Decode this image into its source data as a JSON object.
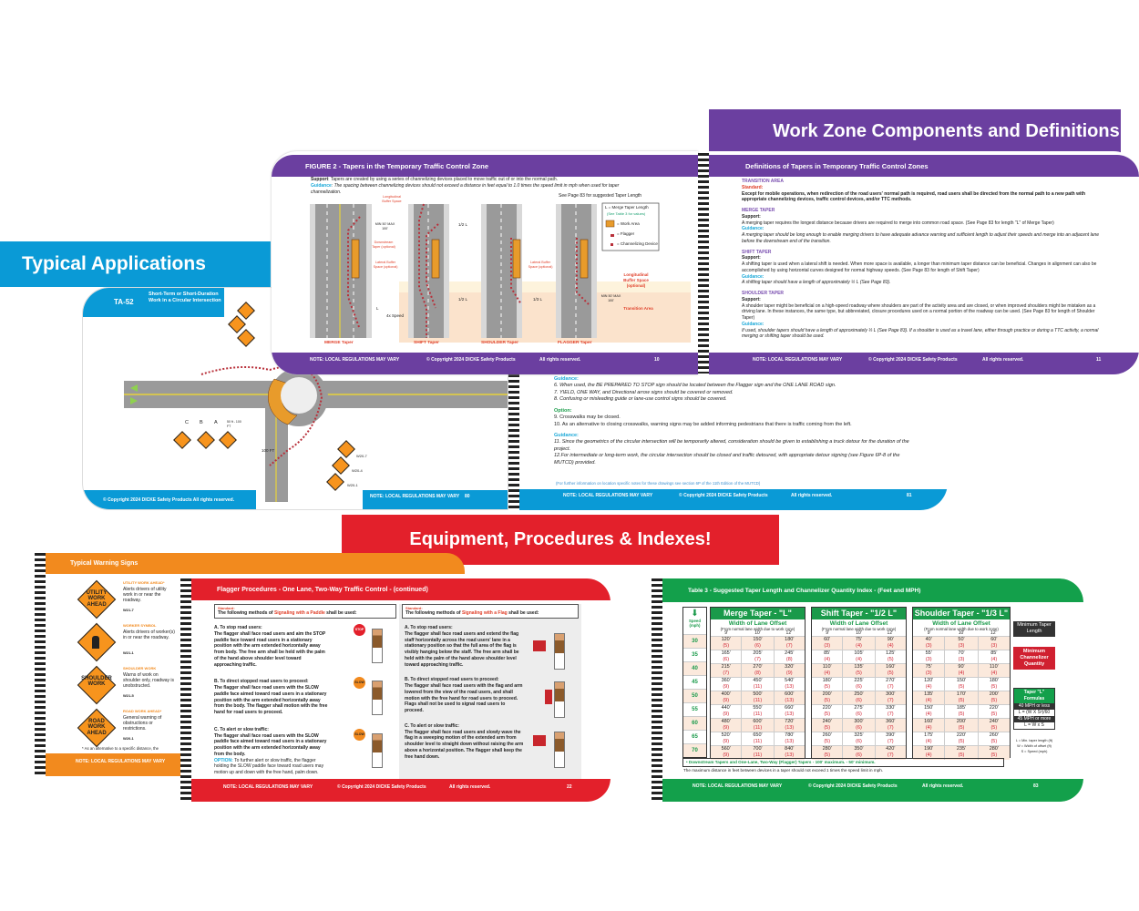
{
  "banners": {
    "work_zone": "Work Zone Components and Definitions",
    "typical_applications": "Typical Applications",
    "equipment": "Equipment, Procedures & Indexes!"
  },
  "colors": {
    "purple": "#6b3fa0",
    "blue": "#0a9ad6",
    "red": "#e3202b",
    "orange": "#f28a1e",
    "green": "#13a04b"
  },
  "footer": {
    "note": "NOTE: LOCAL REGULATIONS MAY VARY",
    "copyright": "© Copyright 2024  DICKE Safety Products",
    "rights": "All rights reserved.",
    "copyright_full": "© Copyright 2024  DICKE Safety Products  All rights reserved."
  },
  "figure2": {
    "title": "FIGURE 2 - Tapers in the Temporary Traffic Control Zone",
    "support_label": "Support",
    "support": ": Tapers are created by using a series of channelizing devices placed to move traffic out of or into the normal path.",
    "guidance_label": "Guidance",
    "guidance": ": The spacing between channelizing devices should not exceed a distance in feet equal to 1.0 times the speed limit in mph when used for taper channelization.",
    "see_page": "See Page 83 for suggested Taper Length",
    "legend": {
      "l": "L = Merge Taper Length",
      "see_table": "(See Table 3 for values)",
      "work_area": "= Work Area",
      "flagger": "= Flagger",
      "device": "= Channelizing Device"
    },
    "labels": {
      "long_buffer": "Longitudinal Buffer Space",
      "min_max": "MIN 50' MAX 100'",
      "downstream": "Downstream Taper (optional)",
      "lateral": "Lateral Buffer Space (optional)",
      "half_l": "1/2 L",
      "third_l": "1/3 L",
      "l": "L",
      "speed": "4x Speed",
      "long_buffer_opt": "Longitudinal Buffer Space (optional)",
      "transition": "Transition Area"
    },
    "tapers": [
      "MERGE Taper",
      "SHIFT Taper",
      "SHOULDER Taper",
      "FLAGGER Taper"
    ],
    "page": "10"
  },
  "definitions": {
    "title": "Definitions of Tapers in Temporary Traffic Control Zones",
    "sections": [
      {
        "heading": "TRANSITION AREA",
        "label1": "Standard:",
        "text1": "Except for mobile operations, when redirection of the road users' normal path is required, road users shall be directed from the normal path to a new path with appropriate channelizing devices, traffic control devices, and/or TTC methods."
      },
      {
        "heading": "MERGE TAPER",
        "label1": "Support:",
        "text1": "A merging taper requires the longest distance because drivers are required to merge into common road space. (See Page 83 for length \"L\" of Merge Taper)",
        "label2": "Guidance:",
        "text2": "A merging taper should be long enough to enable merging drivers to have adequate advance warning and sufficient length to adjust their speeds and merge into an adjacent lane before the downstream end of the transition."
      },
      {
        "heading": "SHIFT TAPER",
        "label1": "Support:",
        "text1": "A shifting taper is used when a lateral shift is needed. When more space is available, a longer than minimum taper distance can be beneficial. Changes in alignment can also be accomplished by using horizontal curves designed for normal highway speeds. (See Page 83 for length of Shift Taper)",
        "label2": "Guidance:",
        "text2": "A shifting taper should have a length of approximately ½ L (See Page 83)."
      },
      {
        "heading": "SHOULDER TAPER",
        "label1": "Support:",
        "text1": "A shoulder taper might be beneficial on a high-speed roadway where shoulders are part of the activity area and are closed, or when improved shoulders might be mistaken as a driving lane. In these instances, the same type, but abbreviated, closure procedures used on a normal portion of the roadway can be used. (See Page 83 for length of Shoulder Taper)",
        "label2": "Guidance:",
        "text2": "If used, shoulder tapers should have a length of approximately ⅓ L (See Page 83). If a shoulder is used as a travel lane, either through practice or during a TTC activity, a normal merging or shifting taper should be used."
      }
    ],
    "page": "11"
  },
  "ta52": {
    "code": "TA-52",
    "title": "Short-Term or Short-Duration Work in a Circular Intersection",
    "distance": "100 FT",
    "short_dist": "50 ft - 100 FT",
    "spacing": [
      "C",
      "B",
      "A"
    ],
    "sign_codes": [
      "W20-7",
      "W20-4",
      "W20-1"
    ],
    "page_left": "80",
    "notes": [
      {
        "label": "Guidance:",
        "items": [
          "6. When used, the BE PREPARED TO STOP sign should be located between the Flagger sign and the ONE LANE ROAD sign.",
          "7. YIELD, ONE WAY, and Directional arrow signs should be covered or removed.",
          "8. Confusing or misleading guide or lane-use control signs should be covered."
        ]
      },
      {
        "label": "Option:",
        "items": [
          "9. Crosswalks may be closed.",
          "10. As an alternative to closing crosswalks, warning signs may be added informing pedestrians that there is traffic coming from the left."
        ]
      },
      {
        "label": "Guidance:",
        "items": [
          "11. Since the geometrics of the circular intersection will be temporarily altered, consideration should be given to establishing a truck detour for the duration of the project.",
          "12.For intermediate or long-term work, the circular intersection should be closed and traffic detoured, with appropriate detour signing (see Figure 6P-8 of the MUTCD) provided."
        ]
      }
    ],
    "further": "(For further information on location specific notes for these drawings see section 6P of the 11th Edition of the MUTCD)",
    "page_right": "81"
  },
  "warning_signs": {
    "title": "Typical Warning Signs",
    "signs": [
      {
        "face": "UTILITY WORK AHEAD",
        "name": "UTILITY WORK AHEAD*",
        "desc": "Alerts drivers of utility work in or near the roadway.",
        "code": "W21-7"
      },
      {
        "face": "",
        "name": "WORKER SYMBOL",
        "desc": "Alerts drivers of worker(s) in or near the roadway.",
        "code": "W21-1"
      },
      {
        "face": "SHOULDER WORK",
        "name": "SHOULDER WORK",
        "desc": "Warns of work on shoulder only, roadway is unobstructed.",
        "code": "W21-5"
      },
      {
        "face": "ROAD WORK AHEAD",
        "name": "ROAD WORK AHEAD*",
        "desc": "General warning of obstructions or restrictions.",
        "code": "W20-1"
      }
    ],
    "footnote": "* As an alternative to a specific distance, the"
  },
  "flagger": {
    "title": "Flagger Procedures - One Lane, Two-Way Traffic Control - (continued)",
    "paddle": {
      "std_label": "Standard:",
      "std_pre": "The following methods of ",
      "std_link": "Signaling with a Paddle",
      "std_post": " shall be used:",
      "steps": [
        {
          "h": "A. To stop road users:",
          "t": "The flagger shall face road users and aim the STOP paddle face toward road users in a stationary position with the arm extended horizontally away from body. The free arm shall be held with the palm of the hand above shoulder level toward approaching traffic."
        },
        {
          "h": "B. To direct stopped road users to proceed:",
          "t": "The flagger shall face road users with the SLOW paddle face aimed toward road users in a stationary position with the arm extended horizontally away from the body. The flagger shall motion with the free hand for road users to proceed."
        },
        {
          "h": "C. To alert or slow traffic:",
          "t": "The flagger shall face road users with the SLOW paddle face aimed toward road users in a stationary position with the arm extended horizontally away from the body."
        }
      ],
      "option_label": "OPTION:",
      "option": " To further alert or slow traffic, the flagger holding the SLOW paddle face toward road users may motion up and down with the free hand, palm down.",
      "stop": "STOP",
      "slow": "SLOW"
    },
    "flag": {
      "std_label": "Standard:",
      "std_pre": "The following methods of ",
      "std_link": "Signaling with a Flag",
      "std_post": " shall be used:",
      "steps": [
        {
          "h": "A. To stop road users:",
          "t": "The flagger shall face road users and extend the flag staff horizontally across the road users' lane in a stationary position so that the full area of the flag is visibly hanging below the staff. The free arm shall be held with the palm of the hand above shoulder level toward approaching traffic."
        },
        {
          "h": "B. To direct stopped road users to proceed:",
          "t": "The flagger shall face road users with the flag and arm lowered from the view of the road users, and shall motion with the free hand for road users to proceed. Flags shall not be used to signal road users to proceed."
        },
        {
          "h": "C. To alert or slow traffic:",
          "t": "The flagger shall face road users and slowly wave the flag in a sweeping motion of the extended arm from shoulder level to straight down without raising the arm above a horizontal position. The flagger shall keep the free hand down."
        }
      ]
    },
    "page": "22"
  },
  "table3": {
    "title": "Table 3 - Suggested Taper Length and Channelizer Quantity Index - (Feet and MPH)",
    "speed_label": "Speed (mph)",
    "offset_label": "Width of Lane Offset",
    "offset_sub": "(From normal lane width due to work zone)",
    "widths": [
      "9'",
      "10'",
      "12'"
    ],
    "speeds": [
      "30",
      "35",
      "40",
      "45",
      "50",
      "55",
      "60",
      "65",
      "70"
    ],
    "groups": [
      {
        "title": "Merge Taper - \"L\"",
        "rows": [
          [
            [
              "120'",
              "(5)"
            ],
            [
              "150'",
              "(6)"
            ],
            [
              "180'",
              "(7)"
            ]
          ],
          [
            [
              "165'",
              "(6)"
            ],
            [
              "205'",
              "(7)"
            ],
            [
              "245'",
              "(8)"
            ]
          ],
          [
            [
              "215'",
              "(7)"
            ],
            [
              "270'",
              "(8)"
            ],
            [
              "320'",
              "(9)"
            ]
          ],
          [
            [
              "360'",
              "(9)"
            ],
            [
              "450'",
              "(11)"
            ],
            [
              "540'",
              "(13)"
            ]
          ],
          [
            [
              "400'",
              "(9)"
            ],
            [
              "500'",
              "(11)"
            ],
            [
              "600'",
              "(13)"
            ]
          ],
          [
            [
              "440'",
              "(9)"
            ],
            [
              "550'",
              "(11)"
            ],
            [
              "660'",
              "(13)"
            ]
          ],
          [
            [
              "480'",
              "(9)"
            ],
            [
              "600'",
              "(11)"
            ],
            [
              "720'",
              "(13)"
            ]
          ],
          [
            [
              "520'",
              "(9)"
            ],
            [
              "650'",
              "(11)"
            ],
            [
              "780'",
              "(13)"
            ]
          ],
          [
            [
              "560'",
              "(9)"
            ],
            [
              "700'",
              "(11)"
            ],
            [
              "840'",
              "(13)"
            ]
          ]
        ]
      },
      {
        "title": "Shift Taper - \"1/2 L\"",
        "rows": [
          [
            [
              "60'",
              "(3)"
            ],
            [
              "75'",
              "(4)"
            ],
            [
              "90'",
              "(4)"
            ]
          ],
          [
            [
              "85'",
              "(4)"
            ],
            [
              "105'",
              "(4)"
            ],
            [
              "125'",
              "(5)"
            ]
          ],
          [
            [
              "110'",
              "(4)"
            ],
            [
              "135'",
              "(5)"
            ],
            [
              "160'",
              "(5)"
            ]
          ],
          [
            [
              "180'",
              "(5)"
            ],
            [
              "225'",
              "(6)"
            ],
            [
              "270'",
              "(7)"
            ]
          ],
          [
            [
              "200'",
              "(5)"
            ],
            [
              "250'",
              "(6)"
            ],
            [
              "300'",
              "(7)"
            ]
          ],
          [
            [
              "220'",
              "(5)"
            ],
            [
              "275'",
              "(6)"
            ],
            [
              "330'",
              "(7)"
            ]
          ],
          [
            [
              "240'",
              "(5)"
            ],
            [
              "300'",
              "(6)"
            ],
            [
              "360'",
              "(7)"
            ]
          ],
          [
            [
              "260'",
              "(5)"
            ],
            [
              "325'",
              "(6)"
            ],
            [
              "390'",
              "(7)"
            ]
          ],
          [
            [
              "280'",
              "(5)"
            ],
            [
              "350'",
              "(6)"
            ],
            [
              "420'",
              "(7)"
            ]
          ]
        ]
      },
      {
        "title": "Shoulder Taper - \"1/3 L\"",
        "rows": [
          [
            [
              "40'",
              "(3)"
            ],
            [
              "50'",
              "(3)"
            ],
            [
              "60'",
              "(3)"
            ]
          ],
          [
            [
              "55'",
              "(3)"
            ],
            [
              "70'",
              "(3)"
            ],
            [
              "85'",
              "(4)"
            ]
          ],
          [
            [
              "75'",
              "(3)"
            ],
            [
              "90'",
              "(4)"
            ],
            [
              "110'",
              "(4)"
            ]
          ],
          [
            [
              "120'",
              "(4)"
            ],
            [
              "150'",
              "(5)"
            ],
            [
              "180'",
              "(5)"
            ]
          ],
          [
            [
              "135'",
              "(4)"
            ],
            [
              "170'",
              "(5)"
            ],
            [
              "200'",
              "(5)"
            ]
          ],
          [
            [
              "150'",
              "(4)"
            ],
            [
              "185'",
              "(5)"
            ],
            [
              "220'",
              "(5)"
            ]
          ],
          [
            [
              "160'",
              "(4)"
            ],
            [
              "200'",
              "(5)"
            ],
            [
              "240'",
              "(5)"
            ]
          ],
          [
            [
              "175'",
              "(4)"
            ],
            [
              "220'",
              "(5)"
            ],
            [
              "260'",
              "(5)"
            ]
          ],
          [
            [
              "190'",
              "(4)"
            ],
            [
              "235'",
              "(5)"
            ],
            [
              "280'",
              "(5)"
            ]
          ]
        ]
      }
    ],
    "note": "• Downstream Tapers and One-Lane, Two-Way (Flagger) Tapers  - 100' maximum. - 50' minimum.",
    "max_distance": "The maximum distance in feet between devices in a taper should not exceed 1 times the speed limit in mph.",
    "min_taper": "Minimum Taper Length",
    "min_channel": "Minimum Channelizer Quantity",
    "formulas": {
      "title": "Taper \"L\" Formulas",
      "low": "40 MPH or less",
      "low_f": "L = (W X S²)/60",
      "high": "45 MPH or more",
      "high_f": "L = W x S",
      "key": [
        "L = Min. taper length (ft)",
        "W = Width of offset (ft)",
        "S = Speed (mph)"
      ]
    },
    "page": "83"
  }
}
